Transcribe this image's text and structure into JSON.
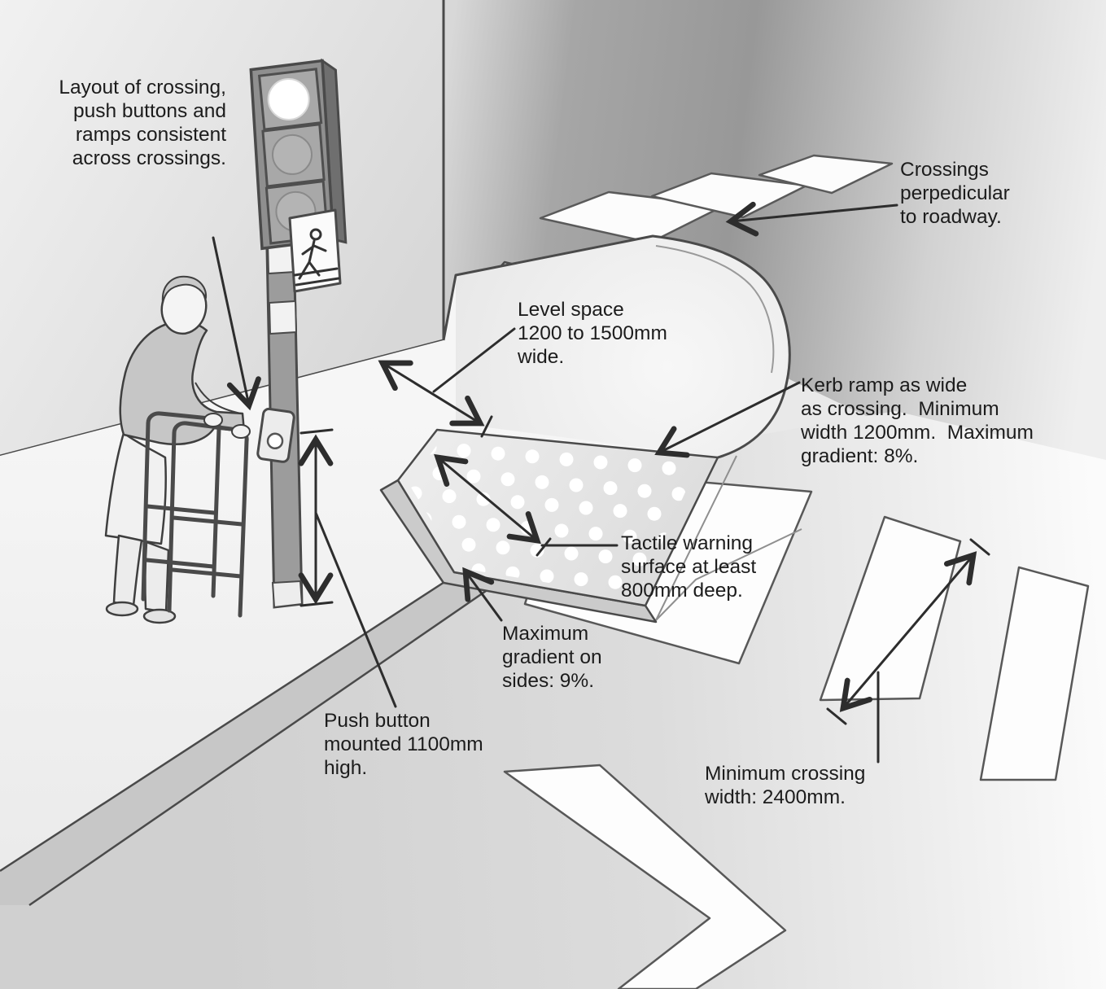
{
  "figure": {
    "type": "accessible-pedestrian-crossing-diagram",
    "annotations": {
      "layout_consistency": "Layout of crossing,\npush buttons and\nramps consistent\nacross crossings.",
      "level_space": "Level space\n1200 to 1500mm\nwide.",
      "crossings_perpendicular": "Crossings\nperpedicular\nto roadway.",
      "kerb_ramp": "Kerb ramp as wide\nas crossing.  Minimum\nwidth 1200mm.  Maximum\ngradient: 8%.",
      "tactile_warning": "Tactile warning\nsurface at least\n800mm deep.",
      "max_gradient_sides": "Maximum\ngradient on\nsides: 9%.",
      "push_button": "Push button\nmounted 1100mm\nhigh.",
      "min_crossing_width": "Minimum crossing\nwidth: 2400mm."
    },
    "colors": {
      "background": "#e9e9e9",
      "outline": "#4a4a4a",
      "annotation_text": "#1c1c1c",
      "arrow": "#2d2d2d",
      "road_dark": "#979797",
      "road_light": "#e0e0e0",
      "footpath": "#f4f4f4",
      "kerb": "#c7c7c7",
      "stripe_white": "#fdfdfd",
      "signal_lit_lamp": "#ffffff"
    }
  }
}
